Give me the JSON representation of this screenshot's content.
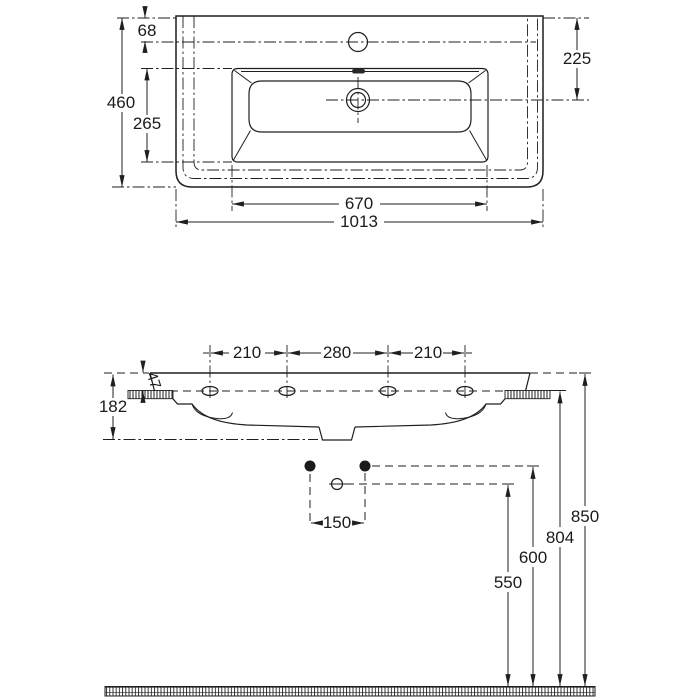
{
  "page": {
    "background_color": "#ffffff",
    "line_color": "#1f1f1f",
    "description": "Technical dimension drawing of a wall-hung washbasin: plan view (top) and front elevation with installation heights (bottom)"
  },
  "dims": {
    "top": {
      "edge_to_faucet": "68",
      "overall_depth": "460",
      "bowl_depth": "265",
      "edge_to_drain": "225",
      "bowl_width": "670",
      "overall_width": "1013"
    },
    "front": {
      "hole_pitch_left": "210",
      "hole_pitch_center": "280",
      "hole_pitch_right": "210",
      "rim_thickness": "47",
      "body_height": "182",
      "bolt_pitch": "150",
      "trap_height": "550",
      "bolt_height": "600",
      "underside_height": "804",
      "rim_height": "850"
    }
  }
}
